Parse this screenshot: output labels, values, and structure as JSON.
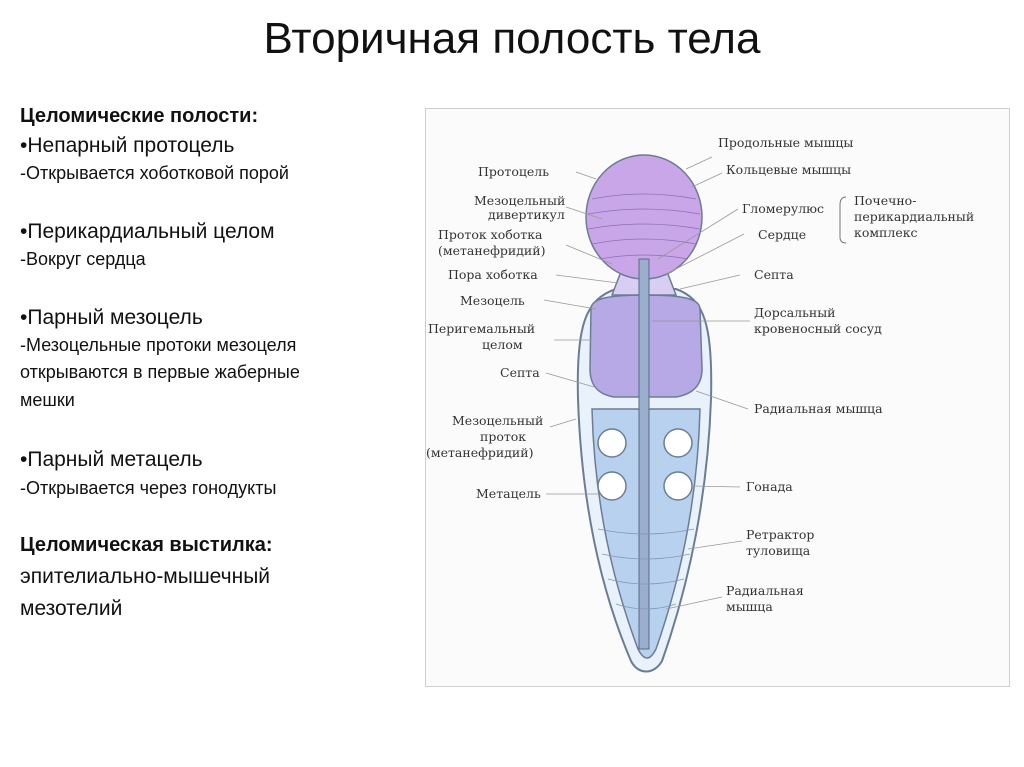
{
  "slide": {
    "title": "Вторичная полость тела"
  },
  "text": {
    "heading_cavities": "Целомические полости:",
    "item1_title": "•Непарный протоцель",
    "item1_desc": "-Открывается хоботковой порой",
    "item2_title": "•Перикардиальный целом",
    "item2_desc": "-Вокруг сердца",
    "item3_title": "•Парный мезоцель",
    "item3_desc_1": "-Мезоцельные протоки мезоцеля",
    "item3_desc_2": "открываются в первые жаберные",
    "item3_desc_3": "мешки",
    "item4_title": "•Парный метацель",
    "item4_desc": "-Открывается через гонодукты",
    "heading_lining": "Целомическая выстилка:",
    "lining_1": "эпителиально-мышечный",
    "lining_2": "мезотелий"
  },
  "diagram": {
    "colors": {
      "protocoel": "#c9a6e8",
      "mesocoel": "#b7a8e6",
      "metacoel": "#b8d1ee",
      "outline": "#6b7d96"
    },
    "labels_left": {
      "protocoel": "Протоцель",
      "mesocoel_diverticulum_1": "Мезоцельный",
      "mesocoel_diverticulum_2": "дивертикул",
      "proboscis_duct_1": "Проток хоботка",
      "proboscis_duct_2": "(метанефридий)",
      "proboscis_pore": "Пора хоботка",
      "mesocoel": "Мезоцель",
      "perihemal_1": "Перигемальный",
      "perihemal_2": "целом",
      "septum": "Септа",
      "mesocoel_duct_1": "Мезоцельный",
      "mesocoel_duct_2": "проток",
      "mesocoel_duct_3": "(метанефридий)",
      "metacoel": "Метацель"
    },
    "labels_right": {
      "longitudinal_muscles": "Продольные мышцы",
      "circular_muscles": "Кольцевые мышцы",
      "glomerulus": "Гломерулюс",
      "heart": "Сердце",
      "complex_1": "Почечно-",
      "complex_2": "перикардиальный",
      "complex_3": "комплекс",
      "septum": "Септа",
      "dorsal_vessel_1": "Дорсальный",
      "dorsal_vessel_2": "кровеносный сосуд",
      "radial_muscle_1": "Радиальная мышца",
      "gonad": "Гонада",
      "trunk_retractor_1": "Ретрактор",
      "trunk_retractor_2": "туловища",
      "radial_muscle_2a": "Радиальная",
      "radial_muscle_2b": "мышца"
    }
  }
}
